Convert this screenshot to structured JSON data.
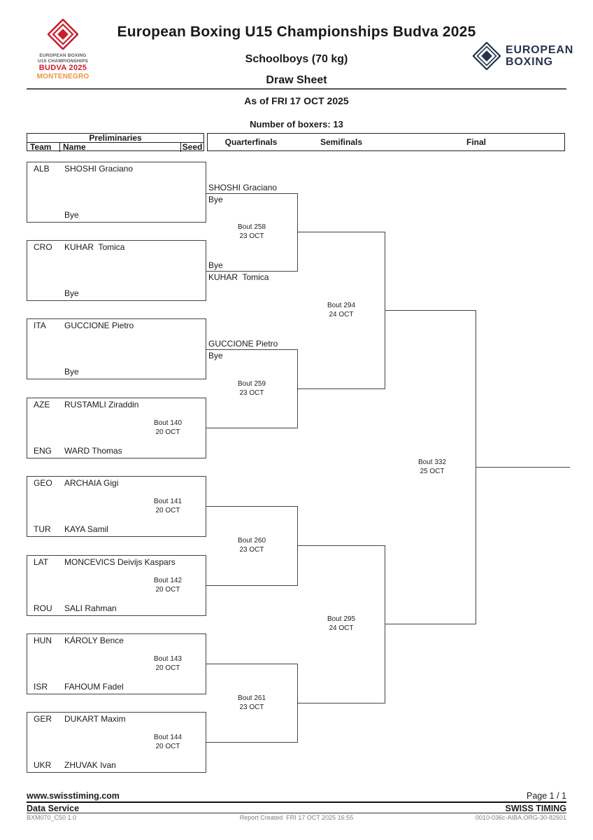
{
  "event": {
    "title": "European Boxing U15 Championships Budva 2025",
    "category": "Schoolboys (70 kg)",
    "document_type": "Draw Sheet",
    "as_of": "As of FRI 17 OCT 2025",
    "boxer_count": "Number of boxers: 13"
  },
  "logos": {
    "left": {
      "line1": "EUROPEAN BOXING",
      "line2": "U15 CHAMPIONSHIPS",
      "line3": "BUDVA 2025",
      "line4": "MONTENEGRO"
    },
    "right": {
      "line1": "EUROPEAN",
      "line2": "BOXING"
    }
  },
  "table_header": {
    "preliminaries": "Preliminaries",
    "team": "Team",
    "name": "Name",
    "seed": "Seed",
    "quarterfinals": "Quarterfinals",
    "semifinals": "Semifinals",
    "final": "Final"
  },
  "preliminaries": [
    {
      "team_top": "ALB",
      "name_top": "SHOSHI Graciano",
      "team_bottom": "",
      "name_bottom": "Bye",
      "bout": "",
      "date": ""
    },
    {
      "team_top": "CRO",
      "name_top": "KUHAR  Tomica",
      "team_bottom": "",
      "name_bottom": "Bye",
      "bout": "",
      "date": ""
    },
    {
      "team_top": "ITA",
      "name_top": "GUCCIONE Pietro",
      "team_bottom": "",
      "name_bottom": "Bye",
      "bout": "",
      "date": ""
    },
    {
      "team_top": "AZE",
      "name_top": "RUSTAMLI Ziraddin",
      "team_bottom": "ENG",
      "name_bottom": "WARD Thomas",
      "bout": "Bout 140",
      "date": "20 OCT"
    },
    {
      "team_top": "GEO",
      "name_top": "ARCHAIA Gigi",
      "team_bottom": "TUR",
      "name_bottom": "KAYA Samil",
      "bout": "Bout 141",
      "date": "20 OCT"
    },
    {
      "team_top": "LAT",
      "name_top": "MONCEVICS Deivijs Kaspars",
      "team_bottom": "ROU",
      "name_bottom": "SALI Rahman",
      "bout": "Bout 142",
      "date": "20 OCT"
    },
    {
      "team_top": "HUN",
      "name_top": "KÁROLY Bence",
      "team_bottom": "ISR",
      "name_bottom": "FAHOUM Fadel",
      "bout": "Bout 143",
      "date": "20 OCT"
    },
    {
      "team_top": "GER",
      "name_top": "DUKART Maxim",
      "team_bottom": "UKR",
      "name_bottom": "ZHUVAK Ivan",
      "bout": "Bout 144",
      "date": "20 OCT"
    }
  ],
  "quarterfinals": {
    "slot1_above": "SHOSHI Graciano",
    "slot1_below": "Bye",
    "slot2_above": "Bye",
    "slot2_below": "KUHAR  Tomica",
    "slot3_above": "GUCCIONE Pietro",
    "slot3_below": "Bye",
    "bout1": "Bout 258",
    "date1": "23 OCT",
    "bout2": "Bout 259",
    "date2": "23 OCT",
    "bout3": "Bout 260",
    "date3": "23 OCT",
    "bout4": "Bout 261",
    "date4": "23 OCT"
  },
  "semifinals": {
    "bout1": "Bout 294",
    "date1": "24 OCT",
    "bout2": "Bout 295",
    "date2": "24 OCT"
  },
  "final_round": {
    "bout": "Bout 332",
    "date": "25 OCT"
  },
  "footer": {
    "website": "www.swisstiming.com",
    "page": "Page 1 / 1",
    "service": "Data Service",
    "brand": "SWISS TIMING",
    "code_left": "BXM070_C50 1.0",
    "report_created": "Report Created  FRI 17 OCT 2025 16:55",
    "code_right": "0010-036c-AIBA.ORG-30-82601"
  },
  "colors": {
    "accent_red": "#c8202f",
    "accent_orange": "#e8963c",
    "navy": "#24344d",
    "line": "#444444",
    "muted": "#808080"
  }
}
